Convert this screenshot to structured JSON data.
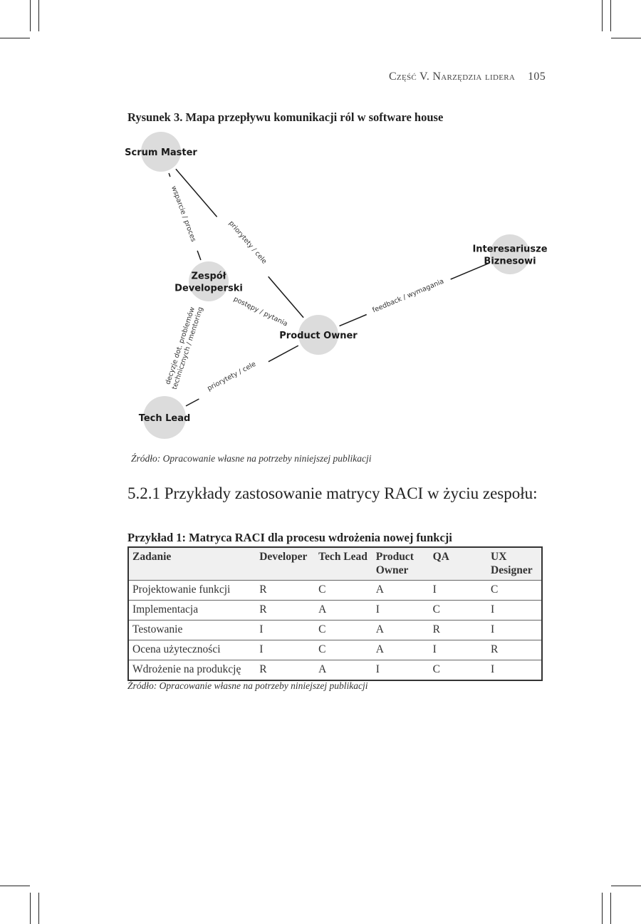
{
  "running_head": {
    "title": "Część V. Narzędzia lidera",
    "page": "105"
  },
  "figure": {
    "caption": "Rysunek 3. Mapa przepływu komunikacji ról w software house",
    "nodes": [
      {
        "id": "sm",
        "lines": [
          "Scrum Master"
        ]
      },
      {
        "id": "dev",
        "lines": [
          "Zespół",
          "Developerski"
        ]
      },
      {
        "id": "po",
        "lines": [
          "Product Owner"
        ]
      },
      {
        "id": "int",
        "lines": [
          "Interesariusze",
          "Biznesowi"
        ]
      },
      {
        "id": "tl",
        "lines": [
          "Tech Lead"
        ]
      }
    ],
    "edges": [
      {
        "from": "sm",
        "to": "dev",
        "lines": [
          "wsparcie / proces"
        ]
      },
      {
        "from": "sm",
        "to": "po",
        "lines": [
          "priorytety / cele"
        ]
      },
      {
        "from": "dev",
        "to": "po",
        "lines": [
          "postępy / pytania"
        ]
      },
      {
        "from": "int",
        "to": "po",
        "lines": [
          "feedback / wymagania"
        ]
      },
      {
        "from": "dev",
        "to": "tl",
        "lines": [
          "decyzje dot. problemów",
          "technicznych / mentoring"
        ]
      },
      {
        "from": "tl",
        "to": "po",
        "lines": [
          "priorytety / cele"
        ]
      }
    ],
    "source": "Źródło: Opracowanie własne na potrzeby niniejszej publikacji"
  },
  "section": {
    "heading": "5.2.1 Przykłady zastosowanie matrycy RACI w życiu zespołu:"
  },
  "table": {
    "caption": "Przykład 1: Matryca RACI dla procesu wdrożenia nowej funkcji",
    "headers": [
      "Zadanie",
      "Developer",
      "Tech Lead",
      "Product Owner",
      "QA",
      "UX Designer"
    ],
    "rows": [
      [
        "Projektowanie funkcji",
        "R",
        "C",
        "A",
        "I",
        "C"
      ],
      [
        "Implementacja",
        "R",
        "A",
        "I",
        "C",
        "I"
      ],
      [
        "Testowanie",
        "I",
        "C",
        "A",
        "R",
        "I"
      ],
      [
        "Ocena użyteczności",
        "I",
        "C",
        "A",
        "I",
        "R"
      ],
      [
        "Wdrożenie na produkcję",
        "R",
        "A",
        "I",
        "C",
        "I"
      ]
    ],
    "source": "Źródło: Opracowanie własne na potrzeby niniejszej publikacji"
  }
}
